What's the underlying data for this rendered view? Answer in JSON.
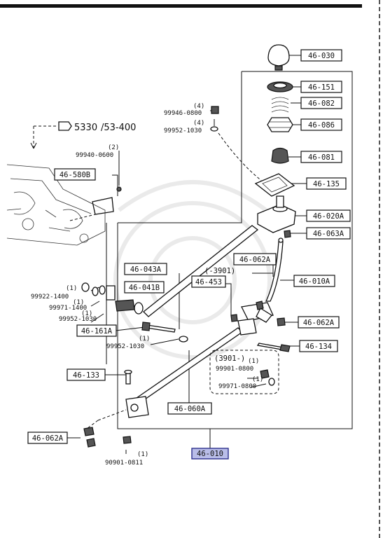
{
  "labels": {
    "l_030": "46-030",
    "l_151": "46-151",
    "l_082": "46-082",
    "l_086": "46-086",
    "l_081": "46-081",
    "l_135": "46-135",
    "l_020a": "46-020A",
    "l_063a": "46-063A",
    "l_062a_mid": "46-062A",
    "l_010a": "46-010A",
    "l_062a_right": "46-062A",
    "l_134": "46-134",
    "l_580b": "46-580B",
    "l_043a": "46-043A",
    "l_041b": "46-041B",
    "l_453": "46-453",
    "l_161a": "46-161A",
    "l_133": "46-133",
    "l_060a": "46-060A",
    "l_062a_left": "46-062A",
    "l_010": "46-010"
  },
  "refs": {
    "ref_5330": "5330",
    "ref_53400": "/53-400"
  },
  "callouts": {
    "q_4a": "(4)",
    "p_99946": "99946-0800",
    "q_4b": "(4)",
    "p_99952_top": "99952-1030",
    "q_2": "(2)",
    "p_99940": "99940-0600",
    "range_3901": "(-3901)",
    "q_1a": "(1)",
    "p_99922": "99922-1400",
    "q_1b": "(1)",
    "p_99971_left": "99971-1400",
    "q_1c": "(1)",
    "p_99952_mid": "99952-1030",
    "q_1d": "(1)",
    "p_99952_low": "99952-1030",
    "range_3901_plus": "(3901-)",
    "q_1e": "(1)",
    "p_99901": "99901-0800",
    "q_1f": "(1)",
    "p_99971_right": "99971-0800",
    "q_1g": "(1)",
    "p_90901": "90901-0811"
  },
  "colors": {
    "highlight": "#b9bde8",
    "line": "#111111"
  }
}
